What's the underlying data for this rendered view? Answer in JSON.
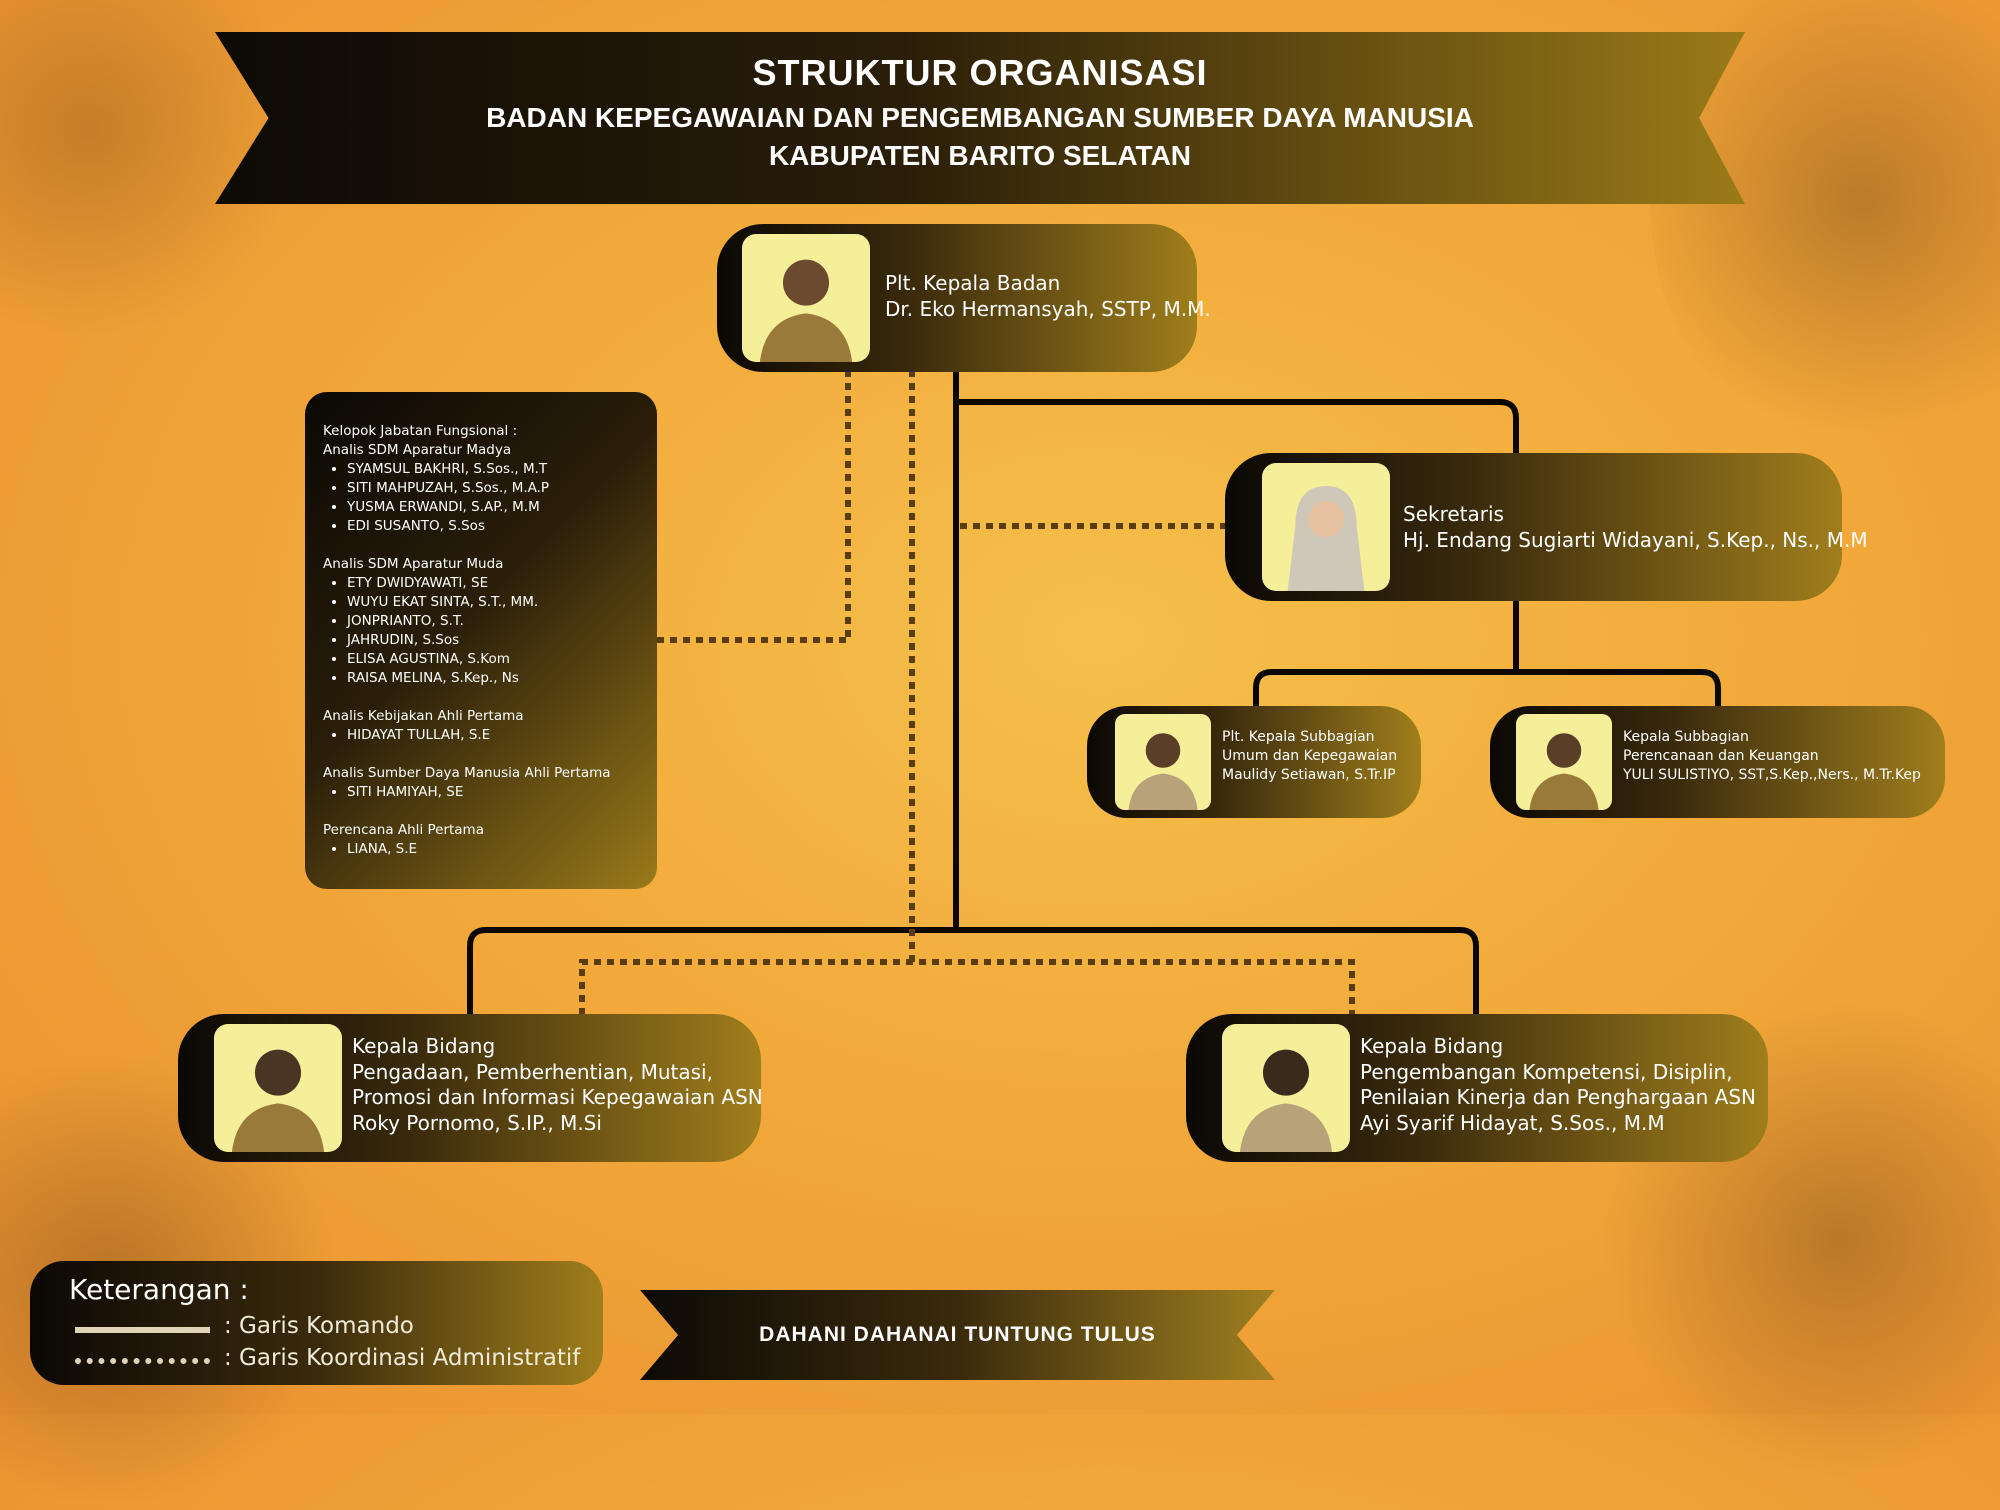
{
  "header": {
    "title": "STRUKTUR ORGANISASI",
    "subtitle1": "BADAN KEPEGAWAIAN DAN PENGEMBANGAN SUMBER DAYA MANUSIA",
    "subtitle2": "KABUPATEN BARITO SELATAN"
  },
  "head": {
    "role": "Plt. Kepala Badan",
    "name": "Dr. Eko Hermansyah, SSTP, M.M."
  },
  "secretary": {
    "role": "Sekretaris",
    "name": "Hj. Endang Sugiarti Widayani, S.Kep., Ns., M.M"
  },
  "subbag_umum": {
    "role": "Plt. Kepala Subbagian",
    "unit": "Umum dan Kepegawaian",
    "name": "Maulidy Setiawan, S.Tr.IP"
  },
  "subbag_keu": {
    "role": "Kepala Subbagian",
    "unit": "Perencanaan dan Keuangan",
    "name": "YULI SULISTIYO, SST,S.Kep.,Ners., M.Tr.Kep"
  },
  "bidang1": {
    "role": "Kepala Bidang",
    "unit1": "Pengadaan, Pemberhentian, Mutasi,",
    "unit2": "Promosi dan Informasi Kepegawaian ASN",
    "name": "Roky Pornomo, S.IP., M.Si"
  },
  "bidang2": {
    "role": "Kepala Bidang",
    "unit1": "Pengembangan Kompetensi, Disiplin,",
    "unit2": "Penilaian Kinerja dan Penghargaan ASN",
    "name": "Ayi Syarif Hidayat, S.Sos., M.M"
  },
  "functional": {
    "title": "Kelopok Jabatan Fungsional :",
    "groups": [
      {
        "name": "Analis SDM Aparatur Madya",
        "members": [
          "SYAMSUL BAKHRI, S.Sos., M.T",
          "SITI MAHPUZAH, S.Sos., M.A.P",
          "YUSMA ERWANDI, S.AP., M.M",
          "EDI SUSANTO, S.Sos"
        ]
      },
      {
        "name": "Analis SDM Aparatur Muda",
        "members": [
          "ETY DWIDYAWATI, SE",
          "WUYU EKAT SINTA, S.T., MM.",
          "JONPRIANTO, S.T.",
          "JAHRUDIN, S.Sos",
          "ELISA AGUSTINA, S.Kom",
          "RAISA MELINA, S.Kep., Ns"
        ]
      },
      {
        "name": "Analis Kebijakan Ahli Pertama",
        "members": [
          "HIDAYAT TULLAH, S.E"
        ]
      },
      {
        "name": "Analis Sumber Daya Manusia Ahli Pertama",
        "members": [
          "SITI HAMIYAH, SE"
        ]
      },
      {
        "name": "Perencana Ahli Pertama",
        "members": [
          "LIANA, S.E"
        ]
      }
    ]
  },
  "legend": {
    "title": "Keterangan :",
    "command": ": Garis Komando",
    "coordination": ": Garis Koordinasi Administratif"
  },
  "motto": "DAHANI DAHANAI TUNTUNG TULUS",
  "colors": {
    "background": "#f2a93a",
    "card_dark": "#0b0804",
    "card_gold": "#a07e1c",
    "photo_bg": "#f6ef9a"
  }
}
